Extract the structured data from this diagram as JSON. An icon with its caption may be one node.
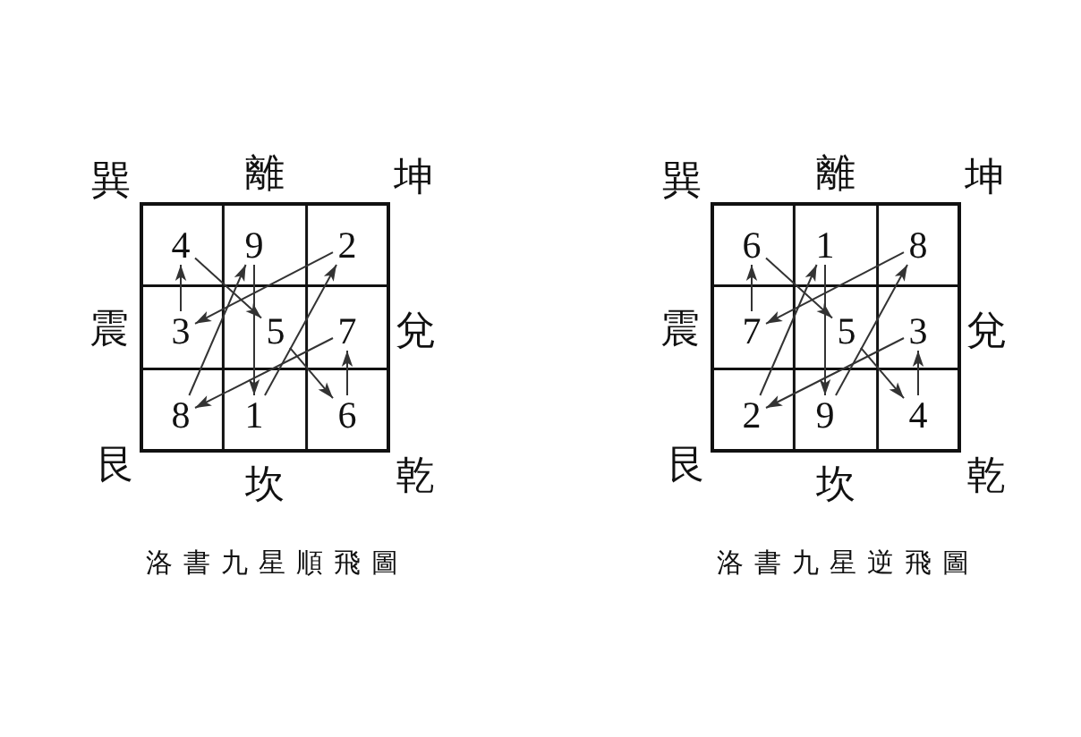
{
  "diagram": {
    "nodes": [
      {
        "text": [],
        "shape": "box",
        "beside": [
          "巽",
          "離",
          "坤",
          "震",
          "兌",
          "艮",
          "坎",
          "乾",
          "洛書九星順飛圖"
        ]
      },
      {
        "text": [
          "4"
        ],
        "in": 0
      },
      {
        "text": [
          "9"
        ],
        "in": 0
      },
      {
        "text": [
          "2"
        ],
        "in": 0
      },
      {
        "text": [
          "3"
        ],
        "in": 0
      },
      {
        "text": [
          "5"
        ],
        "in": 0
      },
      {
        "text": [
          "7"
        ],
        "in": 0
      },
      {
        "text": [
          "8"
        ],
        "in": 0
      },
      {
        "text": [
          "1"
        ],
        "in": 0
      },
      {
        "text": [
          "6"
        ],
        "in": 0
      },
      {
        "text": [],
        "shape": "box",
        "beside": [
          "巽",
          "離",
          "坤",
          "震",
          "兌",
          "艮",
          "坎",
          "乾",
          "洛書九星逆飛圖"
        ]
      },
      {
        "text": [
          "6"
        ],
        "in": 10
      },
      {
        "text": [
          "1"
        ],
        "in": 10
      },
      {
        "text": [
          "8"
        ],
        "in": 10
      },
      {
        "text": [
          "7"
        ],
        "in": 10
      },
      {
        "text": [
          "5"
        ],
        "in": 10
      },
      {
        "text": [
          "3"
        ],
        "in": 10
      },
      {
        "text": [
          "2"
        ],
        "in": 10
      },
      {
        "text": [
          "9"
        ],
        "in": 10
      },
      {
        "text": [
          "4"
        ],
        "in": 10
      }
    ],
    "edges": [
      {
        "from": 8,
        "to": 3,
        "arrow": "to"
      },
      {
        "from": 3,
        "to": 4,
        "arrow": "to"
      },
      {
        "from": 4,
        "to": 1,
        "arrow": "to"
      },
      {
        "from": 1,
        "to": 5,
        "arrow": "to"
      },
      {
        "from": 5,
        "to": 9,
        "arrow": "to"
      },
      {
        "from": 9,
        "to": 6,
        "arrow": "to"
      },
      {
        "from": 6,
        "to": 7,
        "arrow": "to"
      },
      {
        "from": 7,
        "to": 2,
        "arrow": "to"
      },
      {
        "from": 2,
        "to": 8,
        "arrow": "to"
      },
      {
        "from": 12,
        "to": 18,
        "arrow": "to"
      },
      {
        "from": 18,
        "to": 13,
        "arrow": "to"
      },
      {
        "from": 13,
        "to": 14,
        "arrow": "to"
      },
      {
        "from": 14,
        "to": 11,
        "arrow": "to"
      },
      {
        "from": 11,
        "to": 15,
        "arrow": "to"
      },
      {
        "from": 15,
        "to": 19,
        "arrow": "to"
      },
      {
        "from": 19,
        "to": 16,
        "arrow": "to"
      },
      {
        "from": 16,
        "to": 17,
        "arrow": "to"
      },
      {
        "from": 17,
        "to": 12,
        "arrow": "to"
      }
    ]
  }
}
